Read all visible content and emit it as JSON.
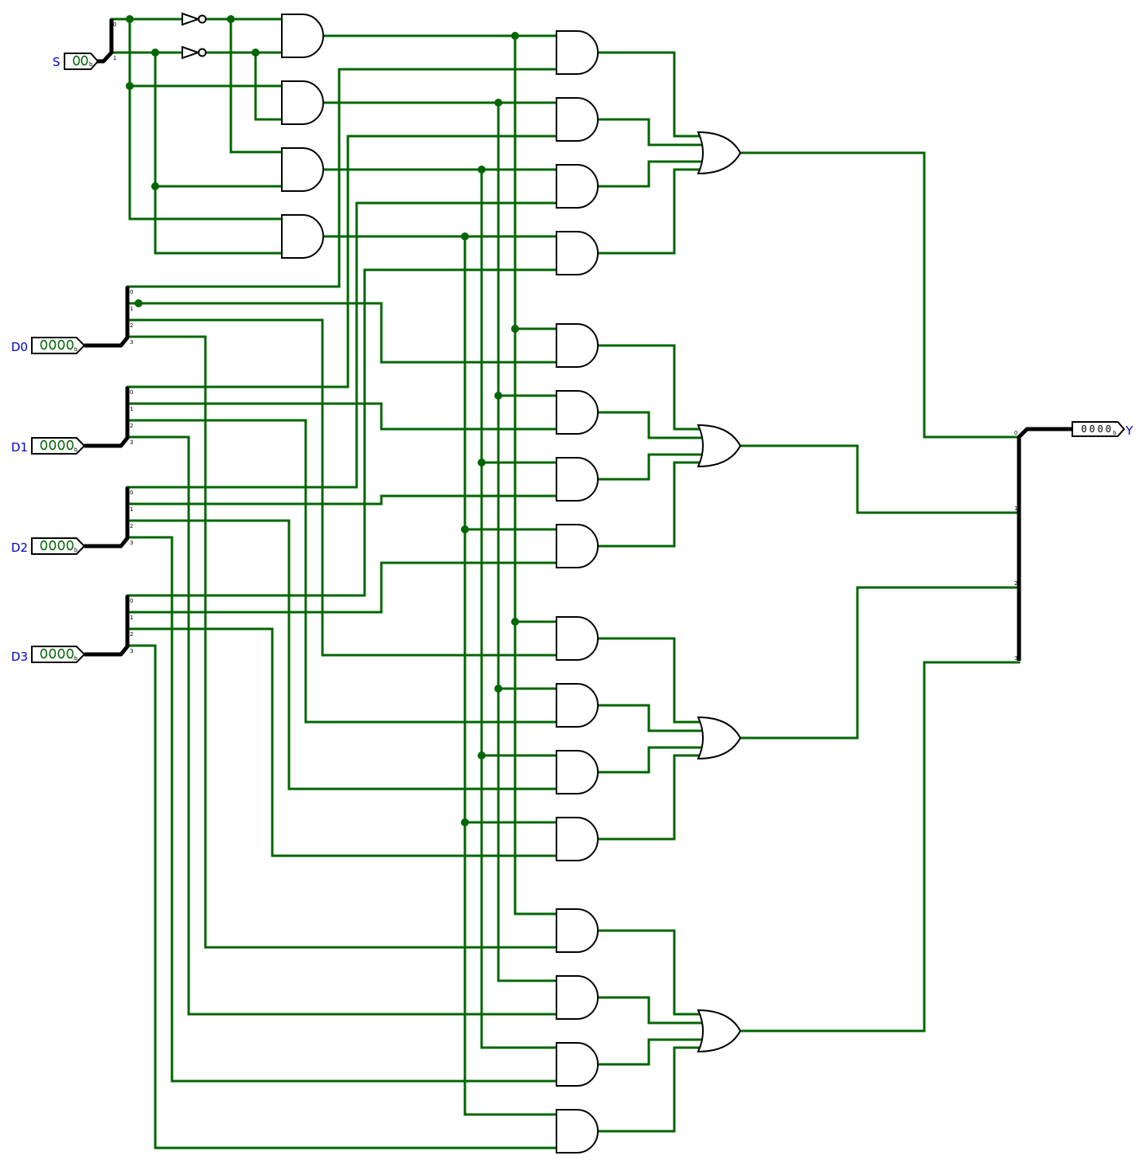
{
  "colors": {
    "wire": "#006600",
    "bus": "#000000",
    "label": "#0000cc",
    "background": "#ffffff"
  },
  "inputs": [
    {
      "label": "S",
      "value": "00",
      "radix": "b"
    },
    {
      "label": "D0",
      "value": "0000",
      "radix": "b"
    },
    {
      "label": "D1",
      "value": "0000",
      "radix": "b"
    },
    {
      "label": "D2",
      "value": "0000",
      "radix": "b"
    },
    {
      "label": "D3",
      "value": "0000",
      "radix": "b"
    }
  ],
  "output": {
    "label": "Y",
    "value": "0000",
    "radix": "b"
  },
  "splitter_bits": {
    "s": [
      "0",
      "1"
    ],
    "d": [
      "0",
      "1",
      "2",
      "3"
    ]
  },
  "gates": {
    "not_count": 2,
    "decoder_and_count": 4,
    "mux_and_count": 16,
    "or_count": 4
  }
}
